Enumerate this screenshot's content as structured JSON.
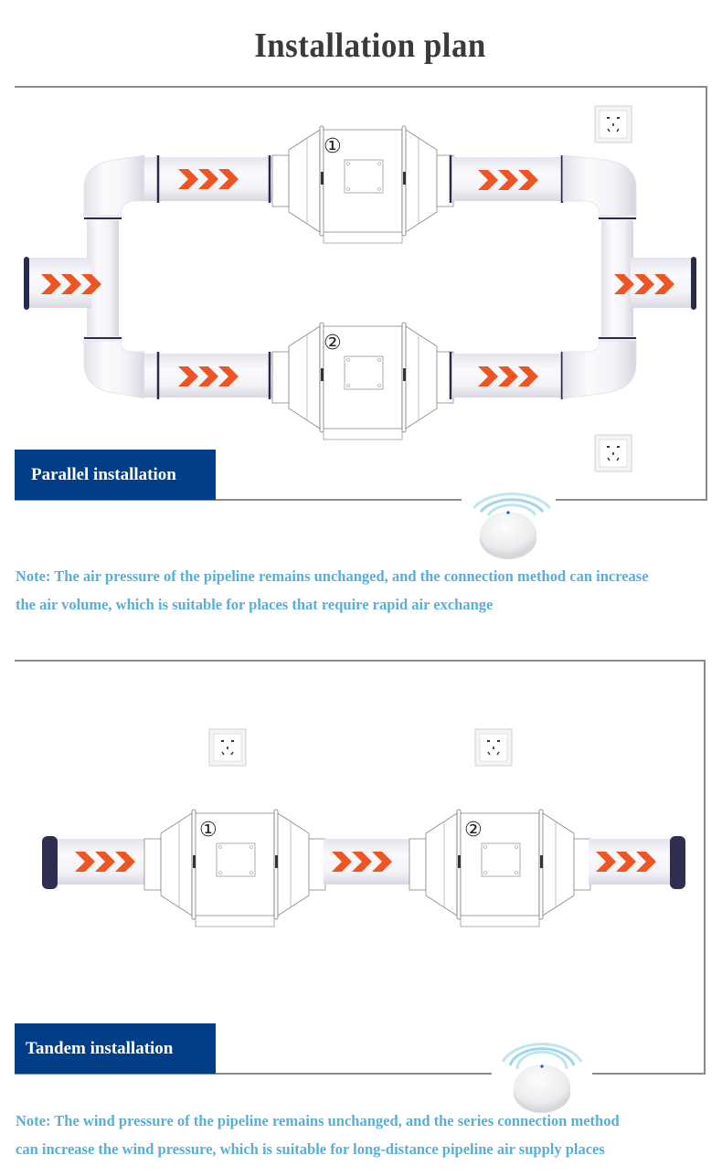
{
  "title": "Installation plan",
  "parallel": {
    "label": "Parallel installation",
    "fan_1_marker": "①",
    "fan_2_marker": "②",
    "note_line_1": "Note: The air pressure of the pipeline remains unchanged, and the connection method can increase",
    "note_line_2": "the air volume, which is suitable for places that require rapid air exchange"
  },
  "tandem": {
    "label": "Tandem installation",
    "fan_1_marker": "①",
    "fan_2_marker": "②",
    "note_line_1": "Note: The wind pressure of the pipeline remains unchanged, and the series connection method",
    "note_line_2": "can increase the wind pressure, which is suitable for long-distance pipeline  air supply places"
  },
  "icons": {
    "arrow": "flow-arrow-icon",
    "outlet": "power-outlet-icon",
    "controller": "wireless-controller-icon",
    "fan": "inline-duct-fan-icon"
  },
  "colors": {
    "label_bg": "#003f87",
    "note_text": "#5aaed6",
    "arrow": "#ee5522",
    "frame": "#8a8a8a",
    "pipe_ring": "#2a2a4a"
  }
}
